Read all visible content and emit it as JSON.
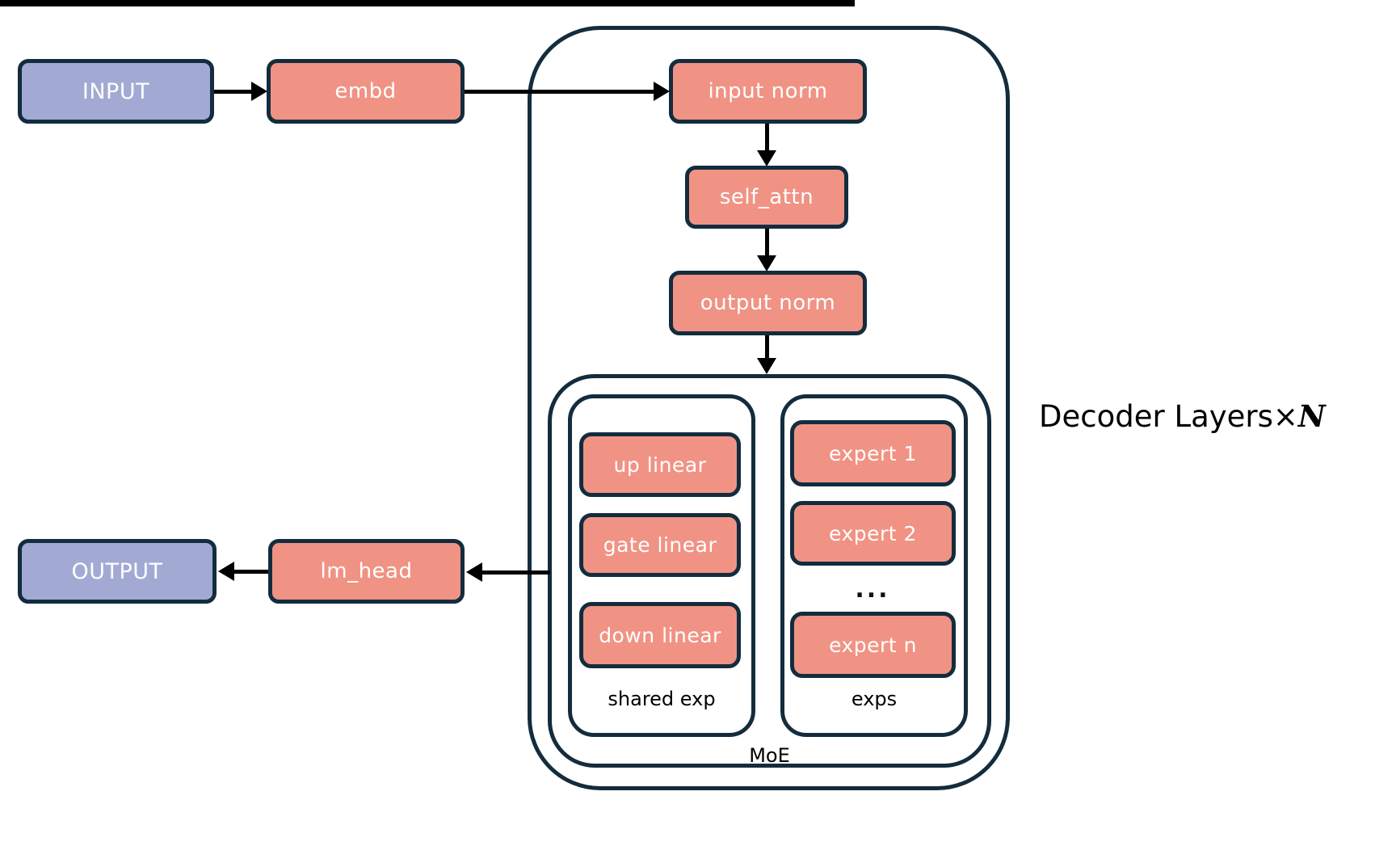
{
  "diagram": {
    "io": {
      "input_label": "INPUT",
      "output_label": "OUTPUT"
    },
    "nodes": {
      "embd": "embd",
      "lm_head": "lm_head",
      "input_norm": "input norm",
      "self_attn": "self_attn",
      "output_norm": "output norm",
      "up_linear": "up linear",
      "gate_linear": "gate linear",
      "down_linear": "down linear",
      "expert_1": "expert 1",
      "expert_2": "expert 2",
      "ellipsis": "...",
      "expert_n": "expert n"
    },
    "groups": {
      "shared_exp_label": "shared exp",
      "exps_label": "exps",
      "moe_label": "MoE",
      "decoder_caption_prefix": "Decoder Layers×",
      "decoder_caption_n": "N"
    },
    "colors": {
      "block_fill": "#F09384",
      "io_fill": "#A2AAD4",
      "border": "#132C3E",
      "arrow": "#000000",
      "text_light": "#FFFFFF",
      "text_dark": "#000000"
    }
  }
}
